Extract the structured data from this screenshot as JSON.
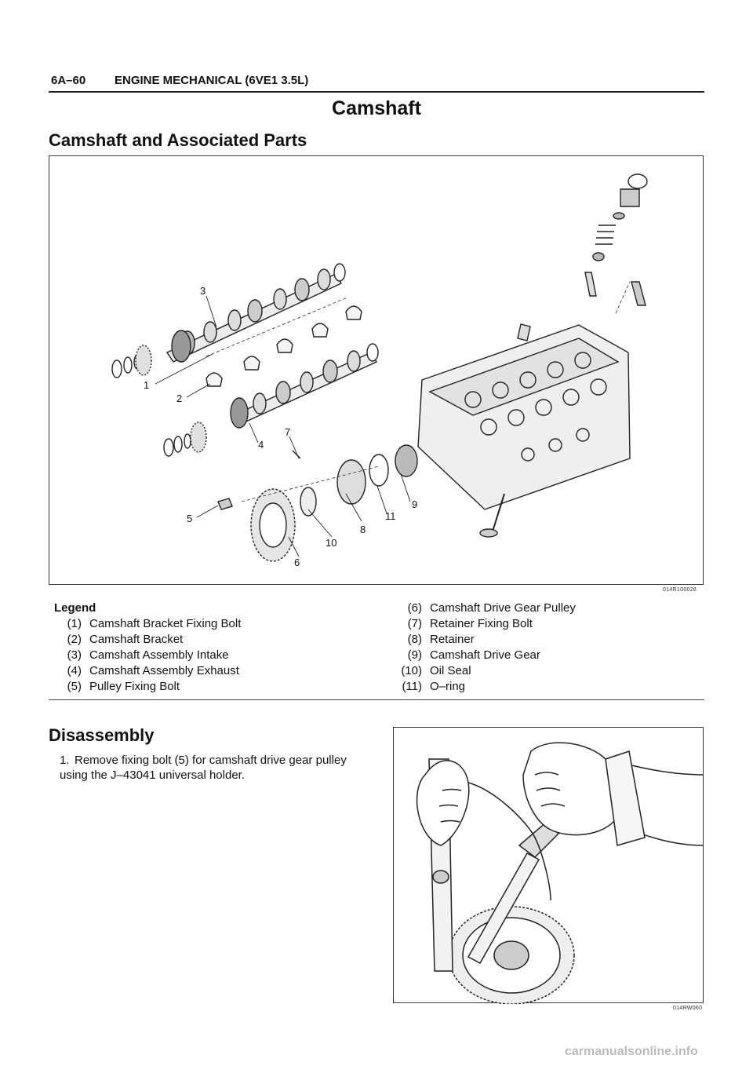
{
  "header": {
    "page_code": "6A–60",
    "section_title": "ENGINE MECHANICAL (6VE1 3.5L)"
  },
  "title": "Camshaft",
  "subtitle": "Camshaft and Associated Parts",
  "figure1": {
    "code": "014R100028",
    "callouts": [
      "1",
      "2",
      "3",
      "4",
      "5",
      "6",
      "7",
      "8",
      "9",
      "10",
      "11"
    ]
  },
  "legend": {
    "title": "Legend",
    "items": [
      {
        "num": "(1)",
        "text": "Camshaft Bracket Fixing Bolt"
      },
      {
        "num": "(2)",
        "text": "Camshaft Bracket"
      },
      {
        "num": "(3)",
        "text": "Camshaft Assembly Intake"
      },
      {
        "num": "(4)",
        "text": "Camshaft Assembly Exhaust"
      },
      {
        "num": "(5)",
        "text": "Pulley Fixing Bolt"
      },
      {
        "num": "(6)",
        "text": "Camshaft Drive Gear Pulley"
      },
      {
        "num": "(7)",
        "text": "Retainer Fixing Bolt"
      },
      {
        "num": "(8)",
        "text": "Retainer"
      },
      {
        "num": "(9)",
        "text": "Camshaft Drive Gear"
      },
      {
        "num": "(10)",
        "text": "Oil Seal"
      },
      {
        "num": "(11)",
        "text": "O–ring"
      }
    ]
  },
  "disassembly": {
    "title": "Disassembly",
    "steps": [
      {
        "num": "1.",
        "text": "Remove fixing bolt (5) for camshaft drive gear pulley using the J–43041 universal holder."
      }
    ]
  },
  "figure2": {
    "code": "014RW060"
  },
  "footer": {
    "watermark": "carmanualsonline.info"
  }
}
